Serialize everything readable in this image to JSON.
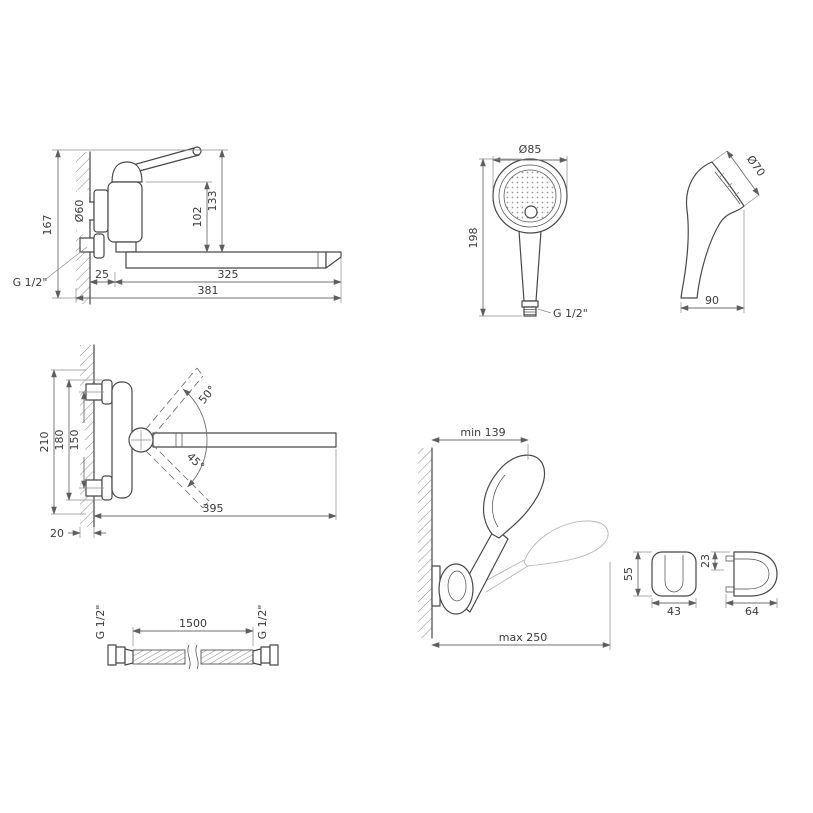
{
  "page": {
    "background": "#ffffff",
    "line_color": "#474747",
    "dim_color": "#6f6f6f"
  },
  "faucet_side": {
    "height_overall": "167",
    "escutcheon_d": "Ø60",
    "spout_to_body": "102",
    "spout_to_lever": "133",
    "wall_offset": "25",
    "spout_reach": "325",
    "total_reach": "381",
    "thread": "G 1/2\""
  },
  "handset_front": {
    "head_d": "Ø85",
    "length": "198",
    "thread": "G 1/2\""
  },
  "handset_side": {
    "face_d": "Ø70",
    "depth": "90"
  },
  "faucet_top": {
    "span_210": "210",
    "span_180": "180",
    "span_150": "150",
    "swivel_up": "50°",
    "swivel_down": "45°",
    "spout_length": "395",
    "wall_thickness": "20"
  },
  "holder_assembly": {
    "min_offset": "min 139",
    "max_offset": "max 250"
  },
  "hose": {
    "length": "1500",
    "thread_left": "G 1/2\"",
    "thread_right": "G 1/2\""
  },
  "holder_front": {
    "height": "55",
    "width": "43"
  },
  "holder_side": {
    "tab_span": "23",
    "depth": "64"
  }
}
